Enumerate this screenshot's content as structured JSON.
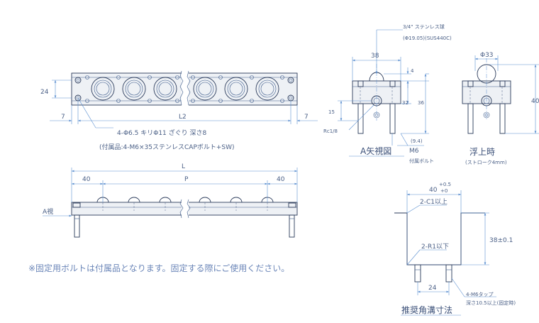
{
  "top_view": {
    "dim_height": "24",
    "dim_left": "7",
    "dim_span": "L2",
    "dim_right": "7",
    "hole_note": "4-Φ6.5 キリΦ11 ざぐり 深さ8",
    "accessory_note": "(付属品:4-M6×35ステンレスCAPボルト+SW)"
  },
  "front_view": {
    "dim_total": "L",
    "dim_left": "40",
    "dim_pitch": "P",
    "dim_right": "40",
    "view_label": "A視"
  },
  "a_view": {
    "ball_note": "3/4\" ステンレス球",
    "ball_spec": "(Φ19.05)(SUS440C)",
    "dim_width": "38",
    "dim_ball": "4",
    "dim_32": "32",
    "dim_36": "36",
    "dim_15": "15",
    "port_note": "Rc1/8",
    "dim_94": "(9.4)",
    "bolt_size": "M6",
    "bolt_label": "付属ボルト",
    "title": "A矢視図"
  },
  "float_view": {
    "dim_width": "Φ33",
    "dim_height": "40",
    "title": "浮上時",
    "subtitle": "(ストローク4mm)"
  },
  "groove_view": {
    "dim_width": "40",
    "tol_upper": "+0.5",
    "tol_lower": "+0",
    "chamfer_note": "2-C1以上",
    "radius_note": "2-R1以下",
    "dim_depth": "38±0.1",
    "dim_pitch": "24",
    "tap_note": "4-M6タップ",
    "tap_depth": "深さ10.5以上(固定時)",
    "title": "推奨角溝寸法"
  },
  "footer_note": "※固定用ボルトは付属品となります。固定する際にご使用ください。"
}
